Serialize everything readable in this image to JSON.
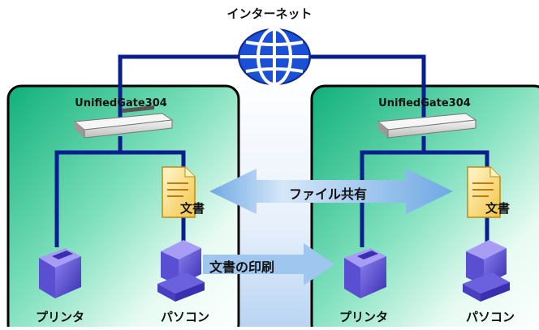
{
  "internet_label": "インターネット",
  "left_network": {
    "router_label": "UnifiedGate304",
    "document_label": "文書",
    "printer_label": "プリンタ",
    "pc_label": "パソコン"
  },
  "right_network": {
    "router_label": "UnifiedGate304",
    "document_label": "文書",
    "printer_label": "プリンタ",
    "pc_label": "パソコン"
  },
  "arrows": {
    "file_sharing_label": "ファイル共有",
    "print_label": "文書の印刷"
  },
  "colors": {
    "cable": "#0a1f8f",
    "panel_green": "#2dbf88",
    "globe_blue": "#1a4fd6",
    "arrow_blue": "#7fb3e6",
    "device_purple": "#5a4fd0"
  }
}
